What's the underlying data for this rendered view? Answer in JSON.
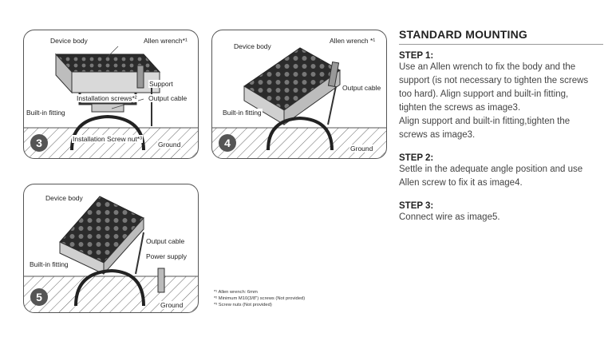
{
  "panel3": {
    "number": "3",
    "labels": {
      "device_body": "Device body",
      "allen_wrench": "Allen wrench*¹",
      "support": "Support",
      "installation_screws": "Installation screws*²",
      "output_cable": "Output cable",
      "built_in_fitting": "Built-in fitting",
      "installation_screw_nut": "Installation Screw nut*³",
      "ground": "Ground"
    }
  },
  "panel4": {
    "number": "4",
    "labels": {
      "device_body": "Device body",
      "allen_wrench": "Allen wrench *¹",
      "output_cable": "Output cable",
      "built_in_fitting": "Built-in fitting",
      "ground": "Ground"
    }
  },
  "panel5": {
    "number": "5",
    "labels": {
      "device_body": "Device body",
      "output_cable": "Output cable",
      "power_supply": "Power supply",
      "built_in_fitting": "Built-in fitting",
      "ground": "Ground"
    }
  },
  "footnotes": [
    "*¹ Allen wrench: 6mm",
    "*² Minimum M10(3/8\") screws (Not provided)",
    "*³ Screw nuts (Not provided)"
  ],
  "instructions": {
    "title": "STANDARD MOUNTING",
    "steps": [
      {
        "title": "STEP 1:",
        "lines": [
          "Use an Allen wrench to fix the body and the",
          "support (is not necessary to tighten the screws",
          "too hard). Align support and built-in fitting,",
          "tighten the screws as image3.",
          "Align support and built-in fitting,tighten the",
          "screws as image3."
        ]
      },
      {
        "title": "STEP 2:",
        "lines": [
          "Settle in the adequate angle position and use",
          "Allen screw to fix it as image4."
        ]
      },
      {
        "title": "STEP 3:",
        "lines": [
          "Connect wire as image5."
        ]
      }
    ]
  }
}
